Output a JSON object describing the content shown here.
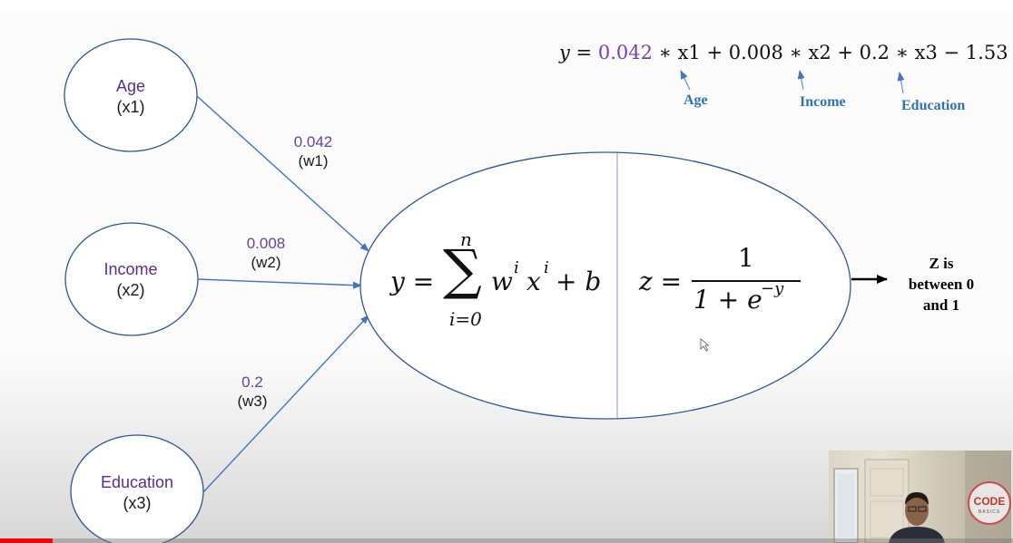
{
  "inputs": [
    {
      "name": "Age",
      "var": "(x1)"
    },
    {
      "name": "Income",
      "var": "(x2)"
    },
    {
      "name": "Education",
      "var": "(x3)"
    }
  ],
  "weights": [
    {
      "value": "0.042",
      "var": "(w1)"
    },
    {
      "value": "0.008",
      "var": "(w2)"
    },
    {
      "value": "0.2",
      "var": "(w3)"
    }
  ],
  "equation": {
    "lhs": "y =",
    "coef1": "0.042",
    "t1": "∗ x1 + 0.008 ∗ x2 + 0.2 ∗ x3 − 1.53",
    "annotations": [
      "Age",
      "Income",
      "Education"
    ]
  },
  "neuron": {
    "sum_formula": {
      "lhs": "y =",
      "upper": "n",
      "lower": "i=0",
      "term": "w",
      "sup1": "i",
      "x": "x",
      "sup2": "i",
      "tail": "+ b"
    },
    "sigmoid_formula": {
      "lhs": "z =",
      "numerator": "1",
      "denominator": "1 + e",
      "exp": "−y"
    }
  },
  "output": {
    "lines": [
      "Z is",
      "between 0",
      "and 1"
    ]
  },
  "overlay": {
    "logo_line1": "CODE",
    "logo_line2": "BASICS"
  },
  "video": {
    "progress": 0.052
  },
  "colors": {
    "stroke": "#2f5597",
    "arrow": "#4472c4",
    "purple": "#6a3fa0",
    "annotation": "#2e74b5",
    "progress": "#ff0000"
  }
}
